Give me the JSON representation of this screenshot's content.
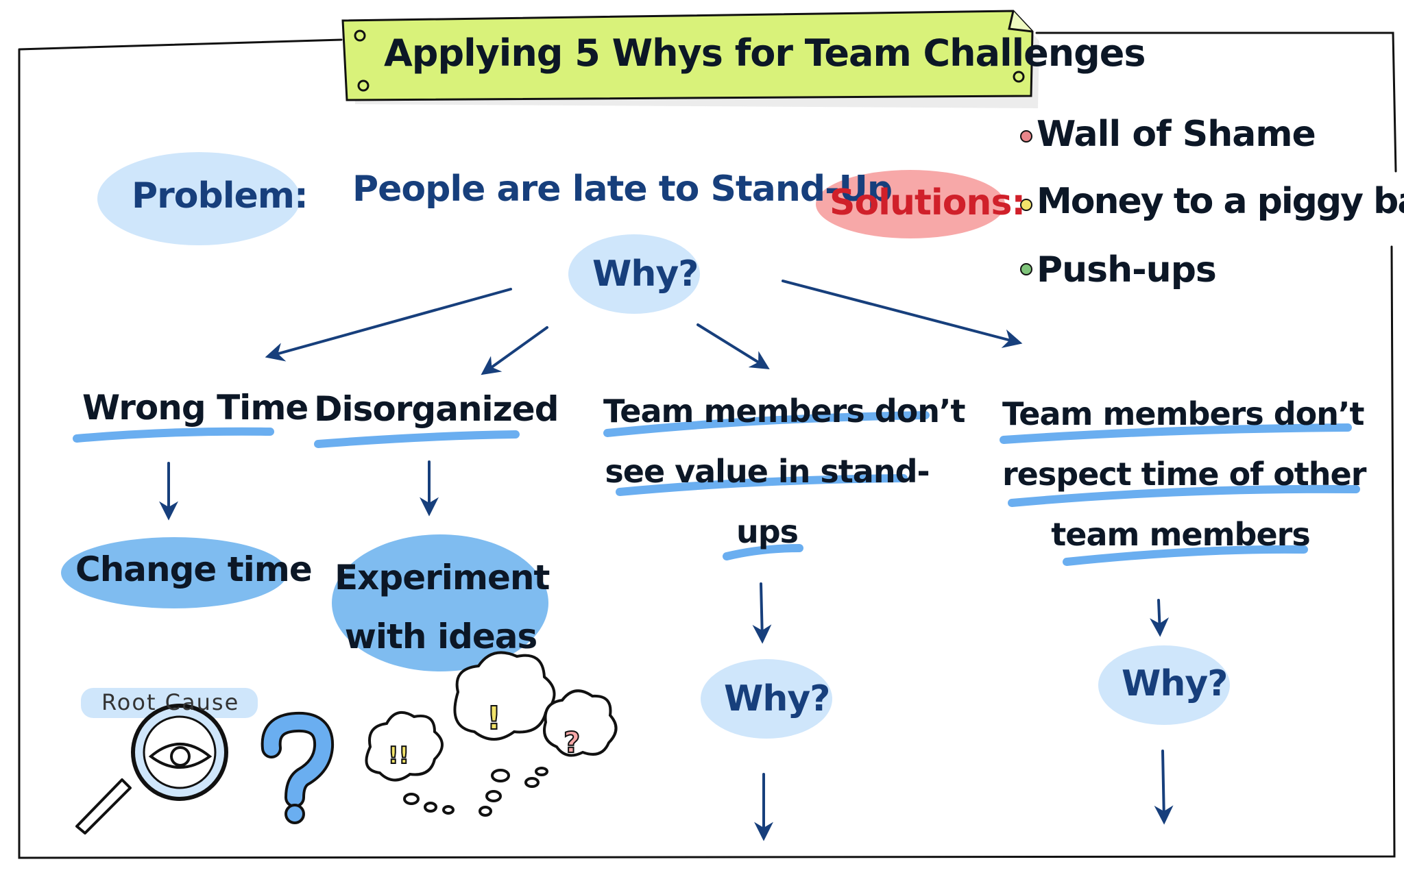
{
  "title": "Applying 5 Whys for Team Challenges",
  "problem": {
    "label": "Problem:",
    "text": "People are late to Stand-Up"
  },
  "solutions": {
    "label": "Solutions:",
    "items": [
      "Wall of Shame",
      "Money to a piggy bank",
      "Push-ups"
    ],
    "bullet_colors": [
      "#e8868a",
      "#f2e36a",
      "#7fc47a"
    ]
  },
  "why_label": "Why?",
  "causes": [
    {
      "id": "wrong-time",
      "lines": [
        "Wrong Time"
      ],
      "action": [
        "Change time"
      ]
    },
    {
      "id": "disorganized",
      "lines": [
        "Disorganized"
      ],
      "action": [
        "Experiment",
        "with ideas"
      ]
    },
    {
      "id": "no-value",
      "lines": [
        "Team members don’t",
        "see value in stand-",
        "ups"
      ],
      "next": "Why?"
    },
    {
      "id": "no-respect",
      "lines": [
        "Team members don’t",
        "respect time of other",
        "team members"
      ],
      "next": "Why?"
    }
  ],
  "root_cause_label": "Root Cause",
  "colors": {
    "title_bg": "#d9f27a",
    "bubble_light": "#cfe6fb",
    "bubble_mid": "#7fbcf0",
    "solutions_bg": "#f7a8a8",
    "solutions_text": "#d0202a",
    "ink": "#0c1726",
    "navy": "#173f7c",
    "underline": "#6aaef0"
  },
  "icons": [
    "magnifier-icon",
    "question-mark-icon",
    "thought-bubbles-icon"
  ]
}
